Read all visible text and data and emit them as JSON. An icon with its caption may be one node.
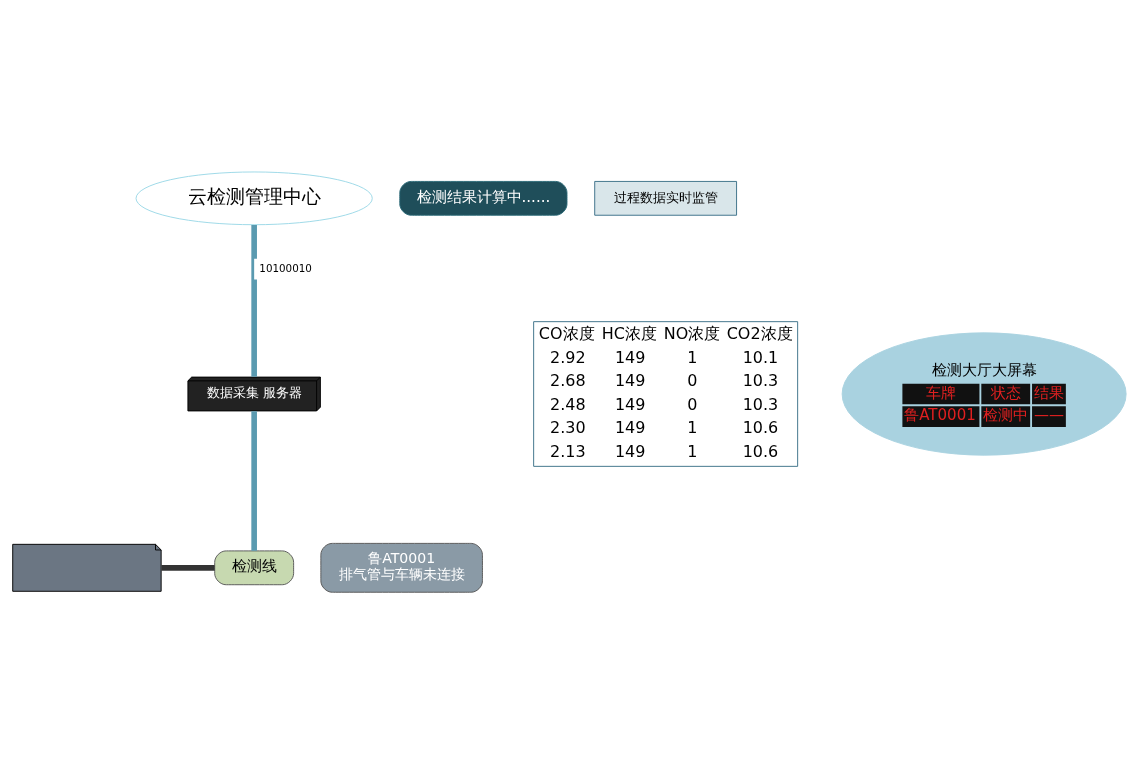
{
  "diagram": {
    "nodes": [
      {
        "text": [
          "云检测管理中心"
        ]
      },
      {
        "text": [
          "检测结果计算中......"
        ]
      },
      {
        "text": [
          "过程数据实时监管"
        ]
      },
      {
        "text": [
          "检测大厅大屏幕",
          "车牌",
          "状态",
          "结果",
          "鲁AT0001",
          "检测中",
          "——"
        ]
      },
      {
        "text": [
          "数据采集 服务器"
        ]
      },
      {
        "text": [
          "检测线"
        ]
      },
      {
        "text": [],
        "shape": "picture"
      },
      {
        "text": [
          "鲁AT0001",
          "排气管与车辆未连接"
        ]
      }
    ],
    "edges": [
      {
        "from": 4,
        "to": 0,
        "arrow": "none",
        "label": "10100010"
      },
      {
        "from": 4,
        "to": 5,
        "arrow": "none"
      },
      {
        "from": 6,
        "to": 5,
        "arrow": "none",
        "color": "#333333"
      }
    ],
    "labels": [
      "CO浓度",
      "HC浓度",
      "NO浓度",
      "CO2浓度",
      "2.92",
      "149",
      "1",
      "10.1",
      "2.68",
      "149",
      "0",
      "10.3",
      "2.48",
      "149",
      "0",
      "10.3",
      "2.30",
      "149",
      "1",
      "10.6",
      "2.13",
      "149",
      "1",
      "10.6"
    ]
  }
}
